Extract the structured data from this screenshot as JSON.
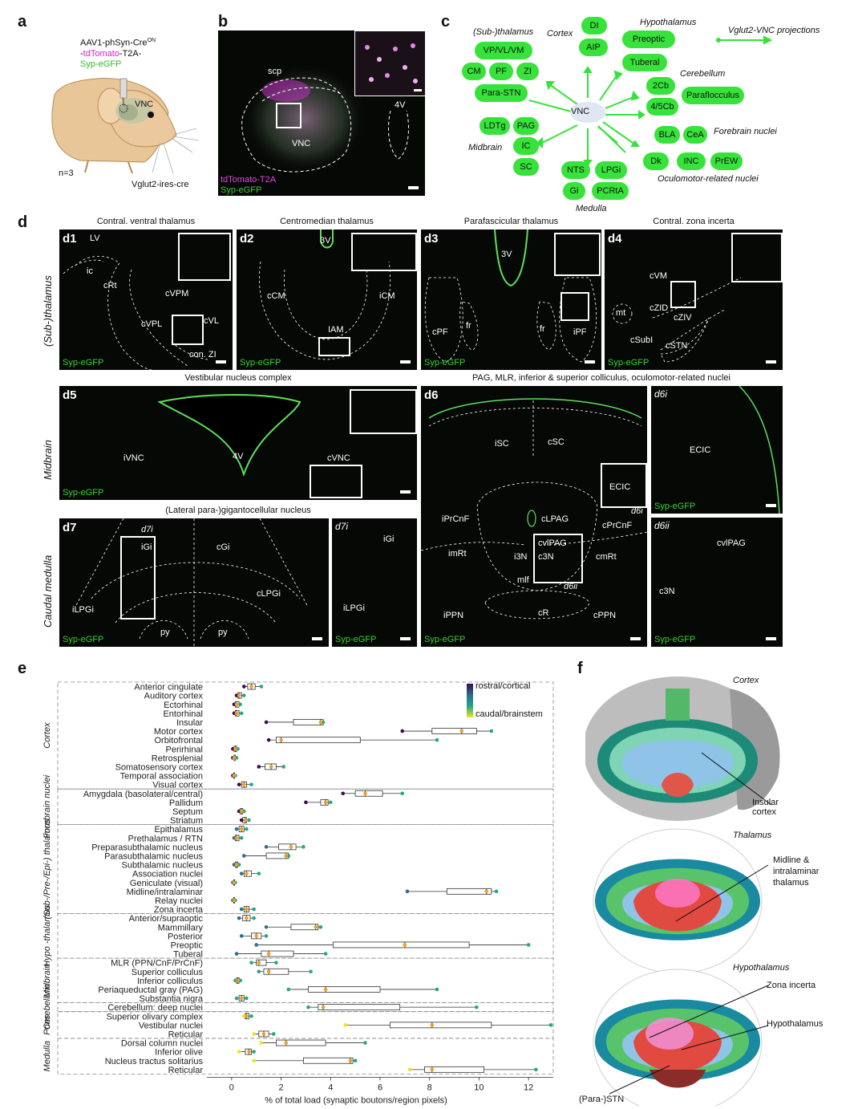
{
  "panel_letters": {
    "a": "a",
    "b": "b",
    "c": "c",
    "d": "d",
    "e": "e",
    "f": "f"
  },
  "panel_a": {
    "virus_line1": "AAV1-phSyn-Cre",
    "virus_sup": "ON",
    "virus_line2_dash": "-",
    "virus_line2_magenta": "tdTomato",
    "virus_line2_rest": "-T2A-",
    "virus_line3": "Syp-eGFP",
    "target": "VNC",
    "n": "n=3",
    "mouse_line": "Vglut2-ires-cre"
  },
  "panel_b": {
    "labels": {
      "scp": "scp",
      "vnc": "VNC",
      "v4": "4V"
    },
    "legend_td": "tdTomato-T2A",
    "legend_syp": "Syp-eGFP"
  },
  "panel_c": {
    "center": "VNC",
    "legend": "Vglut2-VNC projections",
    "groups": {
      "thalamus": "(Sub-)thalamus",
      "cortex": "Cortex",
      "hypothalamus": "Hypothalamus",
      "cerebellum": "Cerebellum",
      "forebrain": "Forebrain nuclei",
      "midbrain": "Midbrain",
      "medulla": "Medulla",
      "oculomotor": "Oculomotor-related nuclei"
    },
    "nodes": {
      "vp": "VP/VL/VM",
      "cm": "CM",
      "pf": "PF",
      "zi": "ZI",
      "parastn": "Para-STN",
      "di": "DI",
      "aip": "AIP",
      "preoptic": "Preoptic",
      "tuberal": "Tuberal",
      "cb2": "2Cb",
      "cb45": "4/5Cb",
      "paraflocculus": "Paraflocculus",
      "bla": "BLA",
      "cea": "CeA",
      "dk": "Dk",
      "inc": "INC",
      "prew": "PrEW",
      "ldtg": "LDTg",
      "pag": "PAG",
      "ic": "IC",
      "sc": "SC",
      "nts": "NTS",
      "lpgi": "LPGi",
      "gi": "Gi",
      "pcrta": "PCRtA"
    }
  },
  "panel_d": {
    "row_labels": {
      "r1": "(Sub-)thalamus",
      "r2": "Midbrain",
      "r3": "Caudal medulla"
    },
    "titles": {
      "d1": "Contral. ventral thalamus",
      "d2": "Centromedian thalamus",
      "d3": "Parafascicular thalamus",
      "d4": "Contral. zona incerta",
      "d5": "Vestibular nucleus complex",
      "d6": "PAG, MLR, inferior & superior colliculus, oculomotor-related nuclei",
      "d7": "(Lateral para-)gigantocellular nucleus"
    },
    "syp": "Syp-eGFP",
    "d1": {
      "sub": "d1",
      "labels": [
        "LV",
        "ic",
        "cRt",
        "cVPM",
        "cVPL",
        "cVL",
        "con. ZI"
      ]
    },
    "d2": {
      "sub": "d2",
      "labels": [
        "3V",
        "cCM",
        "iCM",
        "IAM"
      ]
    },
    "d3": {
      "sub": "d3",
      "labels": [
        "3V",
        "cPF",
        "fr",
        "fr",
        "iPF"
      ]
    },
    "d4": {
      "sub": "d4",
      "labels": [
        "cVM",
        "mt",
        "cZID",
        "cZIV",
        "cSubI",
        "cSTN"
      ]
    },
    "d5": {
      "sub": "d5",
      "labels": [
        "iVNC",
        "4V",
        "cVNC"
      ]
    },
    "d6": {
      "sub": "d6",
      "labels": [
        "iSC",
        "cSC",
        "ECIC",
        "cLPAG",
        "iPrCnF",
        "cPrCnF",
        "cvlPAG",
        "imRt",
        "i3N",
        "c3N",
        "cmRt",
        "mlf",
        "d6ii",
        "iPPN",
        "cR",
        "cPPN",
        "d6i"
      ]
    },
    "d6i": {
      "sub": "d6i",
      "labels": [
        "ECIC"
      ]
    },
    "d6ii": {
      "sub": "d6ii",
      "labels": [
        "cvlPAG",
        "c3N"
      ]
    },
    "d7": {
      "sub": "d7",
      "labels": [
        "d7i",
        "iGi",
        "cGi",
        "iLPGi",
        "cLPGi",
        "py",
        "py"
      ]
    },
    "d7i": {
      "sub": "d7i",
      "labels": [
        "iGi",
        "iLPGi"
      ]
    }
  },
  "panel_e": {
    "colorbar_top": "rostral/cortical",
    "colorbar_bottom": "caudal/brainstem",
    "colors": {
      "top": "#3b0b4f",
      "upper": "#2c6f8e",
      "mid": "#22a884",
      "bottom": "#f0e21e",
      "median_dot": "#f0a020"
    }
  },
  "chart_data": {
    "type": "box",
    "xlabel": "% of total load (synaptic boutons/region pixels)",
    "ylabel": "",
    "xlim": [
      -1,
      13
    ],
    "xticks": [
      0,
      2,
      4,
      6,
      8,
      10,
      12
    ],
    "groups": [
      {
        "name": "Cortex",
        "regions": [
          {
            "name": "Anterior cingulate",
            "min": 0.5,
            "q1": 0.65,
            "median": 0.8,
            "q3": 0.95,
            "max": 1.2
          },
          {
            "name": "Auditory cortex",
            "min": 0.2,
            "q1": 0.25,
            "median": 0.3,
            "q3": 0.4,
            "max": 0.5
          },
          {
            "name": "Ectorhinal",
            "min": 0.1,
            "q1": 0.15,
            "median": 0.2,
            "q3": 0.3,
            "max": 0.35
          },
          {
            "name": "Entorhinal",
            "min": 0.1,
            "q1": 0.15,
            "median": 0.2,
            "q3": 0.3,
            "max": 0.4
          },
          {
            "name": "Insular",
            "min": 1.4,
            "q1": 2.5,
            "median": 3.6,
            "q3": 3.7,
            "max": 3.7
          },
          {
            "name": "Motor cortex",
            "min": 6.9,
            "q1": 8.1,
            "median": 9.3,
            "q3": 9.9,
            "max": 10.5
          },
          {
            "name": "Orbitofrontal",
            "min": 1.5,
            "q1": 1.8,
            "median": 2.0,
            "q3": 5.2,
            "max": 8.3
          },
          {
            "name": "Perirhinal",
            "min": 0.05,
            "q1": 0.1,
            "median": 0.15,
            "q3": 0.2,
            "max": 0.25
          },
          {
            "name": "Retrosplenial",
            "min": 0.05,
            "q1": 0.1,
            "median": 0.1,
            "q3": 0.15,
            "max": 0.2
          },
          {
            "name": "Somatosensory cortex",
            "min": 1.1,
            "q1": 1.35,
            "median": 1.6,
            "q3": 1.8,
            "max": 2.1
          },
          {
            "name": "Temporal association",
            "min": 0.05,
            "q1": 0.08,
            "median": 0.1,
            "q3": 0.12,
            "max": 0.15
          },
          {
            "name": "Visual cortex",
            "min": 0.3,
            "q1": 0.4,
            "median": 0.5,
            "q3": 0.6,
            "max": 0.8
          }
        ]
      },
      {
        "name": "Forebrain nuclei",
        "regions": [
          {
            "name": "Amygdala (basolateral/central)",
            "min": 4.5,
            "q1": 5.0,
            "median": 5.4,
            "q3": 6.1,
            "max": 6.9
          },
          {
            "name": "Pallidum",
            "min": 3.0,
            "q1": 3.6,
            "median": 3.8,
            "q3": 3.9,
            "max": 4.0
          },
          {
            "name": "Septum",
            "min": 0.3,
            "q1": 0.35,
            "median": 0.4,
            "q3": 0.45,
            "max": 0.5
          },
          {
            "name": "Striatum",
            "min": 0.4,
            "q1": 0.45,
            "median": 0.55,
            "q3": 0.6,
            "max": 0.7
          }
        ]
      },
      {
        "name": "(Sub-/Pre-/Epi-) thalamus",
        "regions": [
          {
            "name": "Epithalamus",
            "min": 0.2,
            "q1": 0.3,
            "median": 0.4,
            "q3": 0.5,
            "max": 0.6
          },
          {
            "name": "Prethalamus / RTN",
            "min": 0.1,
            "q1": 0.15,
            "median": 0.2,
            "q3": 0.3,
            "max": 0.4
          },
          {
            "name": "Preparasubthalamic nucleus",
            "min": 1.4,
            "q1": 1.9,
            "median": 2.4,
            "q3": 2.6,
            "max": 2.9
          },
          {
            "name": "Parasubthalamic nucleus",
            "min": 0.5,
            "q1": 1.4,
            "median": 2.2,
            "q3": 2.3,
            "max": 2.3
          },
          {
            "name": "Subthalamic nucleus",
            "min": 0.1,
            "q1": 0.15,
            "median": 0.2,
            "q3": 0.25,
            "max": 0.3
          },
          {
            "name": "Association nuclei",
            "min": 0.4,
            "q1": 0.5,
            "median": 0.6,
            "q3": 0.8,
            "max": 1.1
          },
          {
            "name": "Geniculate (visual)",
            "min": 0.05,
            "q1": 0.08,
            "median": 0.1,
            "q3": 0.12,
            "max": 0.15
          },
          {
            "name": "Midline/intralaminar",
            "min": 7.1,
            "q1": 8.7,
            "median": 10.3,
            "q3": 10.5,
            "max": 10.7
          },
          {
            "name": "Relay nuclei",
            "min": 0.05,
            "q1": 0.08,
            "median": 0.1,
            "q3": 0.12,
            "max": 0.15
          },
          {
            "name": "Zona incerta",
            "min": 0.4,
            "q1": 0.5,
            "median": 0.6,
            "q3": 0.7,
            "max": 0.9
          }
        ]
      },
      {
        "name": "Hypo -thalamus",
        "regions": [
          {
            "name": "Anterior/supraoptic",
            "min": 0.3,
            "q1": 0.45,
            "median": 0.6,
            "q3": 0.75,
            "max": 0.9
          },
          {
            "name": "Mammillary",
            "min": 1.4,
            "q1": 2.4,
            "median": 3.4,
            "q3": 3.5,
            "max": 3.6
          },
          {
            "name": "Posterior",
            "min": 0.4,
            "q1": 0.8,
            "median": 1.0,
            "q3": 1.2,
            "max": 1.4
          },
          {
            "name": "Preoptic",
            "min": 1.0,
            "q1": 4.1,
            "median": 7.0,
            "q3": 9.6,
            "max": 12.0
          },
          {
            "name": "Tuberal",
            "min": 0.2,
            "q1": 1.2,
            "median": 1.5,
            "q3": 2.5,
            "max": 3.8
          }
        ]
      },
      {
        "name": "Midbrain",
        "regions": [
          {
            "name": "MLR (PPN/CnF/PrCnF)",
            "min": 0.8,
            "q1": 1.0,
            "median": 1.1,
            "q3": 1.4,
            "max": 1.8
          },
          {
            "name": "Superior colliculus",
            "min": 1.1,
            "q1": 1.3,
            "median": 1.5,
            "q3": 2.3,
            "max": 3.2
          },
          {
            "name": "Inferior colliculus",
            "min": 0.15,
            "q1": 0.2,
            "median": 0.25,
            "q3": 0.3,
            "max": 0.35
          },
          {
            "name": "Periaqueductal gray (PAG)",
            "min": 2.3,
            "q1": 3.1,
            "median": 3.8,
            "q3": 6.0,
            "max": 8.3
          },
          {
            "name": "Substantia nigra",
            "min": 0.2,
            "q1": 0.3,
            "median": 0.4,
            "q3": 0.5,
            "max": 0.6
          }
        ]
      },
      {
        "name": "Cerebellum",
        "regions": [
          {
            "name": "Cerebellum: deep nuclei",
            "min": 3.1,
            "q1": 3.5,
            "median": 3.7,
            "q3": 6.8,
            "max": 9.9
          }
        ]
      },
      {
        "name": "Pons",
        "regions": [
          {
            "name": "Superior olivary complex",
            "min": 0.5,
            "q1": 0.55,
            "median": 0.6,
            "q3": 0.7,
            "max": 0.8
          },
          {
            "name": "Vestibular nuclei",
            "min": 4.6,
            "q1": 6.4,
            "median": 8.1,
            "q3": 10.5,
            "max": 12.9
          },
          {
            "name": "Reticular",
            "min": 0.9,
            "q1": 1.1,
            "median": 1.3,
            "q3": 1.5,
            "max": 1.7
          }
        ]
      },
      {
        "name": "Medulla",
        "regions": [
          {
            "name": "Dorsal column nuclei",
            "min": 1.2,
            "q1": 1.8,
            "median": 2.2,
            "q3": 3.8,
            "max": 5.4
          },
          {
            "name": "Inferior olive",
            "min": 0.3,
            "q1": 0.55,
            "median": 0.7,
            "q3": 0.8,
            "max": 0.9
          },
          {
            "name": "Nucleus tractus solitarius",
            "min": 0.9,
            "q1": 2.9,
            "median": 4.8,
            "q3": 4.9,
            "max": 5.0
          },
          {
            "name": "Reticular",
            "min": 7.2,
            "q1": 7.8,
            "median": 8.1,
            "q3": 10.2,
            "max": 12.3
          }
        ]
      }
    ]
  },
  "panel_f": {
    "sections": [
      {
        "title": "Cortex",
        "annotations": [
          "Insular cortex"
        ]
      },
      {
        "title": "Thalamus",
        "annotations": [
          "Midline & intralaminar thalamus"
        ]
      },
      {
        "title": "Hypothalamus",
        "annotations": [
          "Zona incerta",
          "Hypothalamus",
          "(Para-)STN"
        ]
      }
    ]
  }
}
